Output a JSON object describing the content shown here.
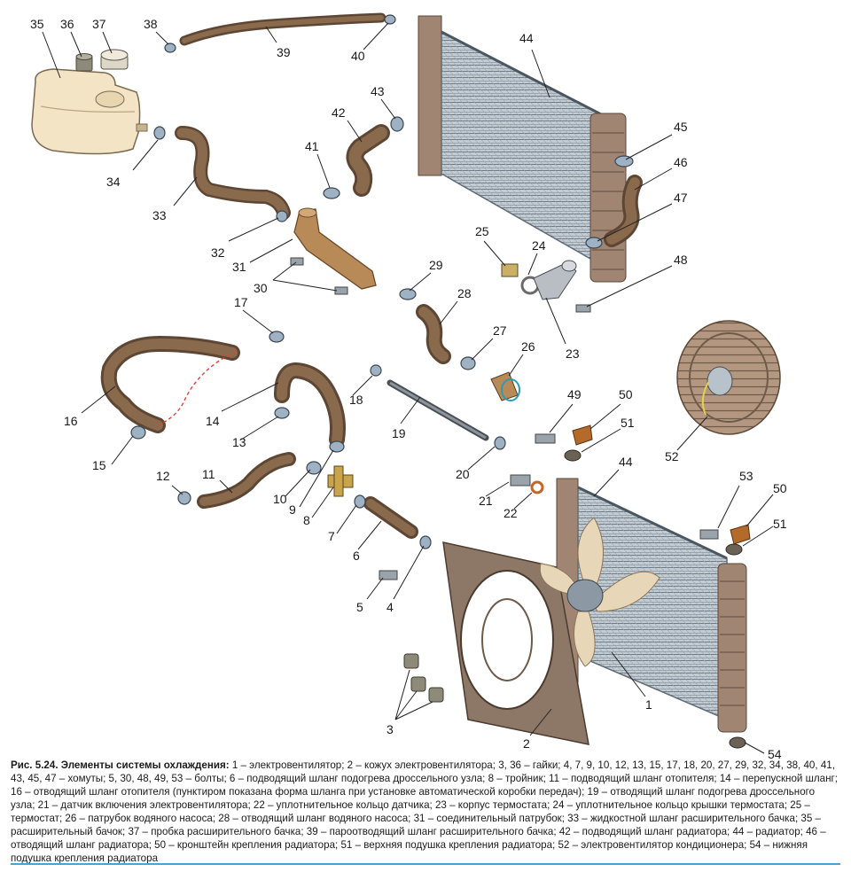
{
  "caption": {
    "title": "Рис. 5.24. Элементы системы охлаждения:",
    "body": "1 – электровентилятор; 2 – кожух электровентилятора; 3, 36 – гайки; 4, 7, 9, 10, 12, 13, 15, 17, 18, 20, 27, 29, 32, 34, 38, 40, 41, 43, 45, 47 – хомуты; 5, 30, 48, 49, 53 – болты; 6 – подводящий шланг подогрева дроссельного узла; 8 – тройник; 11 – подводящий шланг отопителя; 14 – перепускной шланг; 16 – отводящий шланг отопителя (пунктиром показана форма шланга при установке автоматической коробки передач); 19 – отводящий шланг подогрева дроссельного узла; 21 – датчик включения электровентилятора; 22 – уплотнительное кольцо датчика; 23 – корпус термостата; 24 – уплотнительное кольцо крышки термостата; 25 – термостат; 26 – патрубок водяного насоса; 28 – отводящий шланг водяного насоса; 31 – соединительный патрубок; 33 – жидкостной шланг расширительного бачка; 35 – расширительный бачок; 37 – пробка расширительного бачка; 39 – пароотводящий шланг расширительного бачка; 42 – подводящий шланг радиатора; 44 – радиатор; 46 – отводящий шланг радиатора; 50 – кронштейн крепления радиатора; 51 – верхняя подушка крепления радиатора; 52 – электровентилятор кондиционера; 54 – нижняя подушка крепления радиатора"
  },
  "callouts": {
    "n1": "1",
    "n2": "2",
    "n3": "3",
    "n4": "4",
    "n5": "5",
    "n6": "6",
    "n7": "7",
    "n8": "8",
    "n9": "9",
    "n10": "10",
    "n11": "11",
    "n12": "12",
    "n13": "13",
    "n14": "14",
    "n15": "15",
    "n16": "16",
    "n17": "17",
    "n18": "18",
    "n19": "19",
    "n20": "20",
    "n21": "21",
    "n22": "22",
    "n23": "23",
    "n24": "24",
    "n25": "25",
    "n26": "26",
    "n27": "27",
    "n28": "28",
    "n29": "29",
    "n30": "30",
    "n31": "31",
    "n32": "32",
    "n33": "33",
    "n34": "34",
    "n35": "35",
    "n36": "36",
    "n37": "37",
    "n38": "38",
    "n39": "39",
    "n40": "40",
    "n41": "41",
    "n42": "42",
    "n43": "43",
    "n44a": "44",
    "n44b": "44",
    "n45": "45",
    "n46": "46",
    "n47": "47",
    "n48": "48",
    "n49": "49",
    "n50a": "50",
    "n50b": "50",
    "n51a": "51",
    "n51b": "51",
    "n52": "52",
    "n53": "53",
    "n54": "54"
  },
  "colors": {
    "hose": "#8a6a4c",
    "hose_dark": "#5e4634",
    "clamp": "#9fb2c4",
    "metal": "#7c8a96",
    "radiator": "#8e99a3",
    "radiator_tank": "#a08672",
    "shroud": "#8d7766",
    "fan_blade": "#e8d6b8",
    "tank": "#f2e4c4",
    "pipe": "#b88a58",
    "caption_rule": "#3fa7d6"
  }
}
